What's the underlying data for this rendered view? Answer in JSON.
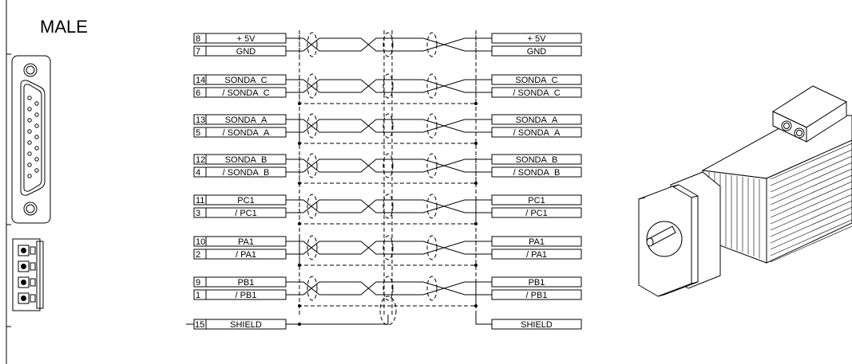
{
  "connector": {
    "title": "MALE"
  },
  "pairs": [
    {
      "pins": [
        "8",
        "7"
      ],
      "left": [
        "+ 5V",
        "GND"
      ],
      "right": [
        "+ 5V",
        "GND"
      ],
      "tap": false
    },
    {
      "pins": [
        "14",
        "6"
      ],
      "left": [
        "SONDA_C",
        "/ SONDA_C"
      ],
      "right": [
        "SONDA_C",
        "/ SONDA_C"
      ],
      "tap": true
    },
    {
      "pins": [
        "13",
        "5"
      ],
      "left": [
        "SONDA_A",
        "/ SONDA_A"
      ],
      "right": [
        "SONDA_A",
        "/ SONDA_A"
      ],
      "tap": true
    },
    {
      "pins": [
        "12",
        "4"
      ],
      "left": [
        "SONDA_B",
        "/ SONDA_B"
      ],
      "right": [
        "SONDA_B",
        "/ SONDA_B"
      ],
      "tap": true
    },
    {
      "pins": [
        "11",
        "3"
      ],
      "left": [
        "PC1",
        "/ PC1"
      ],
      "right": [
        "PC1",
        "/ PC1"
      ],
      "tap": true
    },
    {
      "pins": [
        "10",
        "2"
      ],
      "left": [
        "PA1",
        "/ PA1"
      ],
      "right": [
        "PA1",
        "/ PA1"
      ],
      "tap": true
    },
    {
      "pins": [
        "9",
        "1"
      ],
      "left": [
        "PB1",
        "/ PB1"
      ],
      "right": [
        "PB1",
        "/ PB1"
      ],
      "tap": true
    }
  ],
  "shield": {
    "pin": "15",
    "left": "SHIELD",
    "right": "SHIELD"
  }
}
